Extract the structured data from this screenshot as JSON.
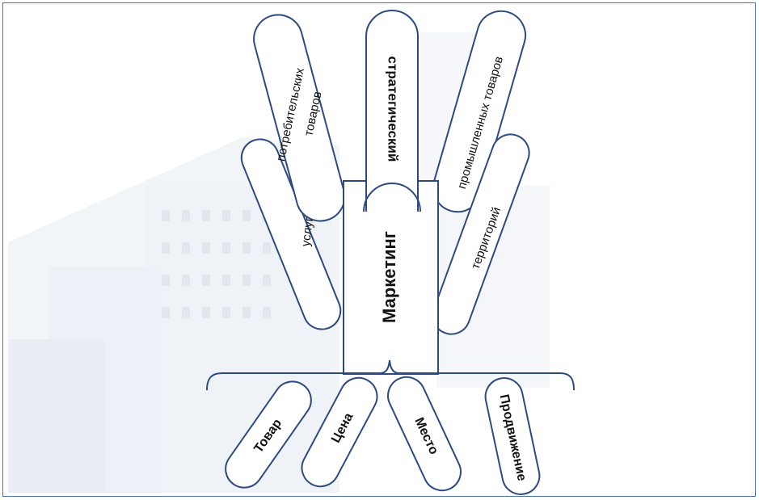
{
  "center": {
    "label": "Маркетинг"
  },
  "fingers": {
    "left_lower": "услуг",
    "left_upper_line1": "потребительских",
    "left_upper_line2": "товаров",
    "middle": "стратегический",
    "right_upper": "промышленных товаров",
    "right_lower": "территорий"
  },
  "mix": [
    "Товар",
    "Цена",
    "Место",
    "Продвижение"
  ],
  "colors": {
    "outline": "#2d4a80",
    "frame": "#4a72b8",
    "watermark": "#dde3ee"
  }
}
